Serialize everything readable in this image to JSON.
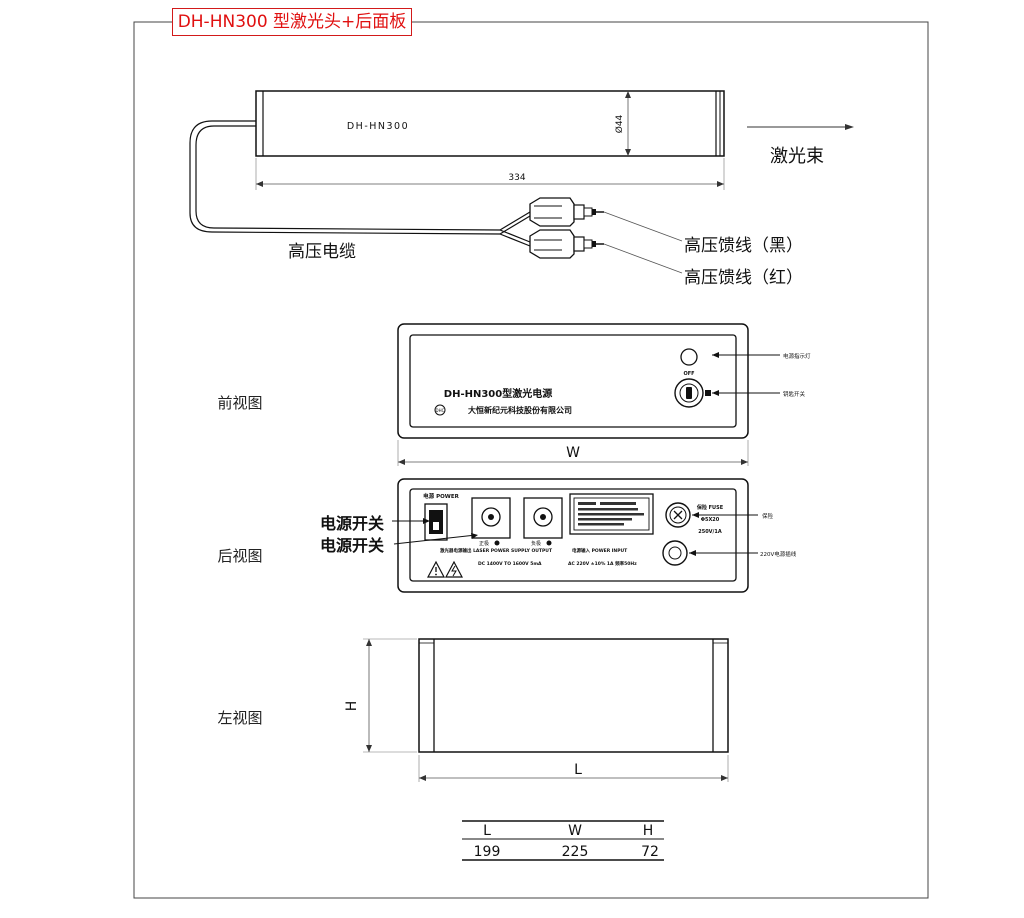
{
  "title": "DH-HN300 型激光头+后面板",
  "laser_head": {
    "model_label": "DH-HN300",
    "diameter_label": "Ø44",
    "length_label": "334",
    "beam_label": "激光束",
    "cable_label": "高压电缆",
    "lead_black_label": "高压馈线（黑）",
    "lead_red_label": "高压馈线（红）"
  },
  "front_view": {
    "view_label": "前视图",
    "panel_model_text": "DH-HN300型激光电源",
    "company_text": "大恒新纪元科技股份有限公司",
    "logo_text": "DHC",
    "key_switch_text": "OFF",
    "indicator_callout": "电源指示灯",
    "key_callout": "钥匙开关",
    "width_label": "W"
  },
  "rear_view": {
    "view_label": "后视图",
    "power_switch_label": "电源 POWER",
    "callout_1": "电源开关",
    "callout_2": "电源开关",
    "output_pos_label": "正极",
    "output_neg_label": "负极",
    "output_title": "激光器电源输出 LASER POWER SUPPLY OUTPUT",
    "output_spec": "DC 1400V TO 1600V 5mA",
    "input_title": "电源输入 POWER INPUT",
    "input_spec": "AC 220V ±10% 1A 频率50Hz",
    "fuse_label": "保险 FUSE",
    "fuse_type": "Φ5X20",
    "fuse_rating": "250V/1A",
    "fuse_callout": "保险",
    "power_cord_callout": "220V电源插线"
  },
  "side_view": {
    "view_label": "左视图",
    "height_label": "H",
    "length_label": "L"
  },
  "dimensions_table": {
    "headers": [
      "L",
      "W",
      "H"
    ],
    "values": [
      "199",
      "225",
      "72"
    ]
  }
}
